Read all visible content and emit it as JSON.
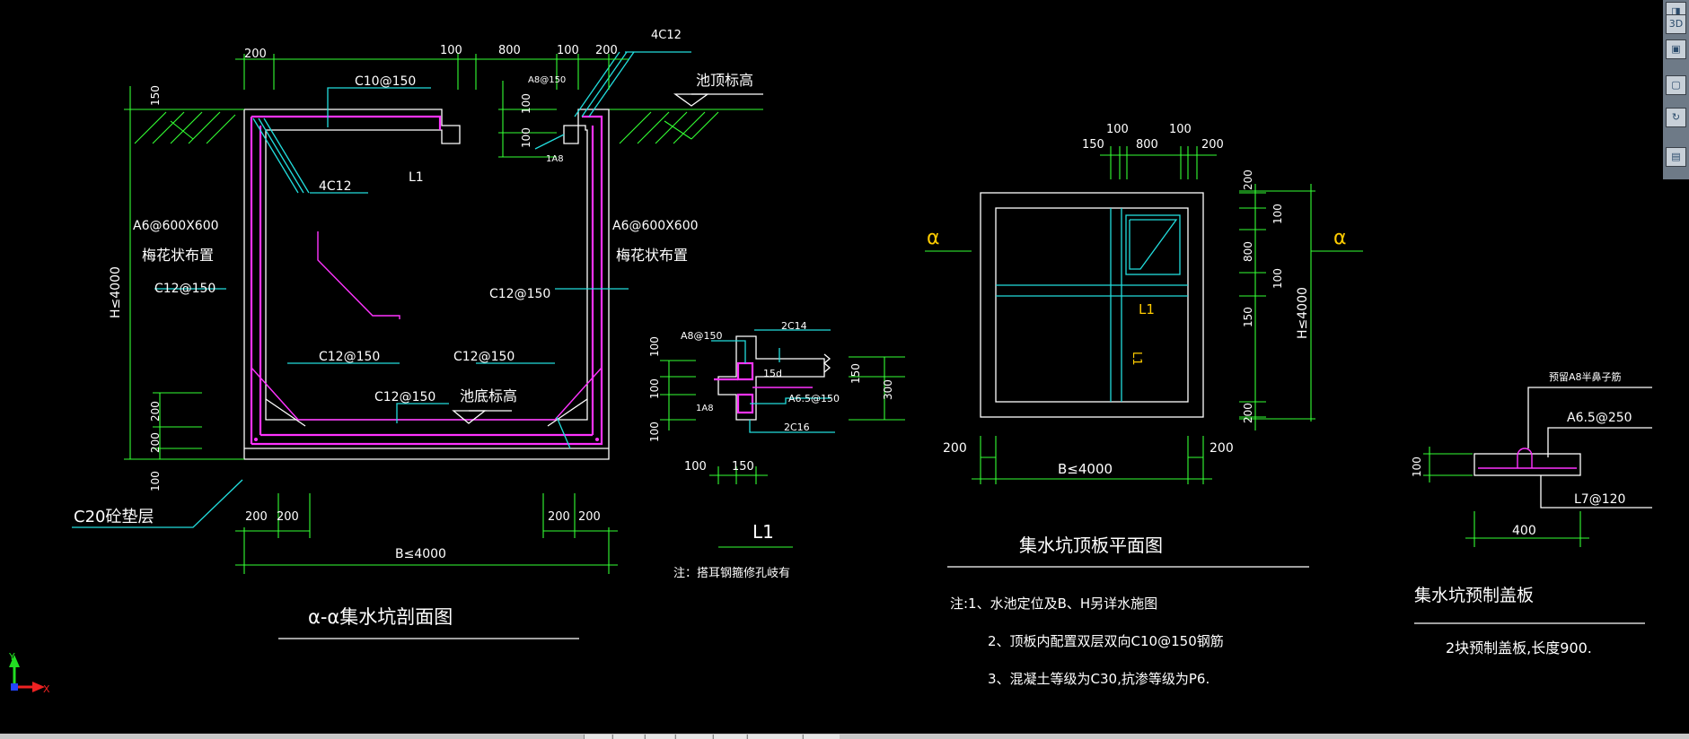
{
  "section_view": {
    "title": "α-α集水坑剖面图",
    "dims_top": [
      "200",
      "100",
      "800",
      "100",
      "200"
    ],
    "rebar_top": "C10@150",
    "rebar_4c12_top": "4C12",
    "rebar_a8": "A8@150",
    "dim_100a": "100",
    "dim_100b": "100",
    "label_1a8": "1A8",
    "pool_top_elev": "池顶标高",
    "label_l1": "L1",
    "rebar_4c12_inner": "4C12",
    "mesh_left": "A6@600X600",
    "mesh_left_note": "梅花状布置",
    "mesh_right": "A6@600X600",
    "mesh_right_note": "梅花状布置",
    "height_dim": "H≤4000",
    "dim_150": "150",
    "rebar_c12_left": "C12@150",
    "rebar_c12_right": "C12@150",
    "rebar_c12_bl": "C12@150",
    "rebar_c12_br": "C12@150",
    "rebar_c12_bottom": "C12@150",
    "pool_bottom_elev": "池底标高",
    "dims_left_lower": [
      "200",
      "200",
      "100"
    ],
    "bedding": "C20砼垫层",
    "dims_bottom": [
      "200",
      "200",
      "200",
      "200"
    ],
    "width_dim": "B≤4000"
  },
  "l1_detail": {
    "rebar_a8": "A8@150",
    "rebar_2c14": "2C14",
    "dims_left": [
      "100",
      "100",
      "100"
    ],
    "label_1a8": "1A8",
    "label_15d": "15d",
    "rebar_a65": "A6.5@150",
    "rebar_2c16": "2C16",
    "dims_right": [
      "150",
      "300"
    ],
    "dims_bottom": [
      "100",
      "150"
    ],
    "title": "L1",
    "note": "注：搭耳钢箍修孔岐有"
  },
  "plan_view": {
    "dims_top": [
      "150",
      "100",
      "800",
      "100",
      "200"
    ],
    "section_mark_left": "α",
    "section_mark_right": "α",
    "label_l1": "L1",
    "label_l1_rot": "L1",
    "dims_right": [
      "200",
      "100",
      "800",
      "100",
      "150",
      "200"
    ],
    "height_dim": "H≤4000",
    "dims_bottom_side": [
      "200",
      "200"
    ],
    "width_dim": "B≤4000",
    "title": "集水坑顶板平面图",
    "notes": [
      "注:1、水池定位及B、H另详水施图",
      "2、顶板内配置双层双向C10@150钢筋",
      "3、混凝土等级为C30,抗渗等级为P6."
    ]
  },
  "cover_plate": {
    "label_hook": "预留A8半鼻子筋",
    "rebar_a65": "A6.5@250",
    "dim_100": "100",
    "label_l7": "L7@120",
    "dim_400": "400",
    "title": "集水坑预制盖板",
    "note": "2块预制盖板,长度900."
  },
  "ucs": {
    "x": "X",
    "y": "Y"
  },
  "toolbar": {
    "icons": [
      "view-cube-icon",
      "3d-view-icon",
      "box-icon",
      "orbit-icon",
      "layer-grid-icon"
    ],
    "label_3d": "3D"
  },
  "colors": {
    "background": "#000000",
    "text": "#ffffff",
    "dimension": "#33ff33",
    "rebar": "#ff33ff",
    "leader": "#22dddd",
    "section_mark": "#ffcc00"
  }
}
